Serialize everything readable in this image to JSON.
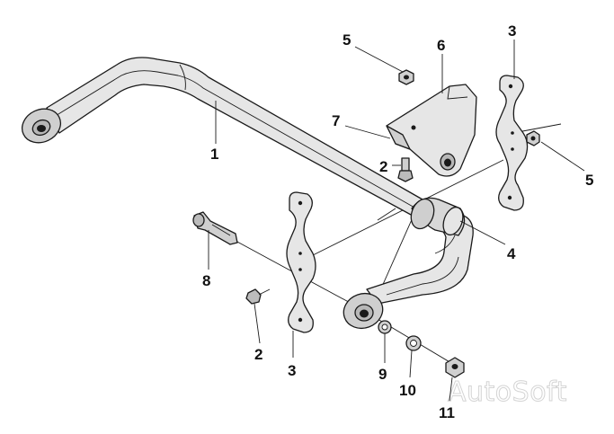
{
  "diagram": {
    "watermark": "AutoSoft",
    "colors": {
      "fill_light": "#e6e6e6",
      "fill_mid": "#cfcfcf",
      "fill_dark": "#b7b7b7",
      "outline": "#1a1a1a"
    },
    "callouts": [
      {
        "id": "c1",
        "label": "1"
      },
      {
        "id": "c2a",
        "label": "2"
      },
      {
        "id": "c2b",
        "label": "2"
      },
      {
        "id": "c3a",
        "label": "3"
      },
      {
        "id": "c3b",
        "label": "3"
      },
      {
        "id": "c4",
        "label": "4"
      },
      {
        "id": "c5a",
        "label": "5"
      },
      {
        "id": "c5b",
        "label": "5"
      },
      {
        "id": "c6",
        "label": "6"
      },
      {
        "id": "c7",
        "label": "7"
      },
      {
        "id": "c8",
        "label": "8"
      },
      {
        "id": "c9",
        "label": "9"
      },
      {
        "id": "c10",
        "label": "10"
      },
      {
        "id": "c11",
        "label": "11"
      }
    ]
  }
}
